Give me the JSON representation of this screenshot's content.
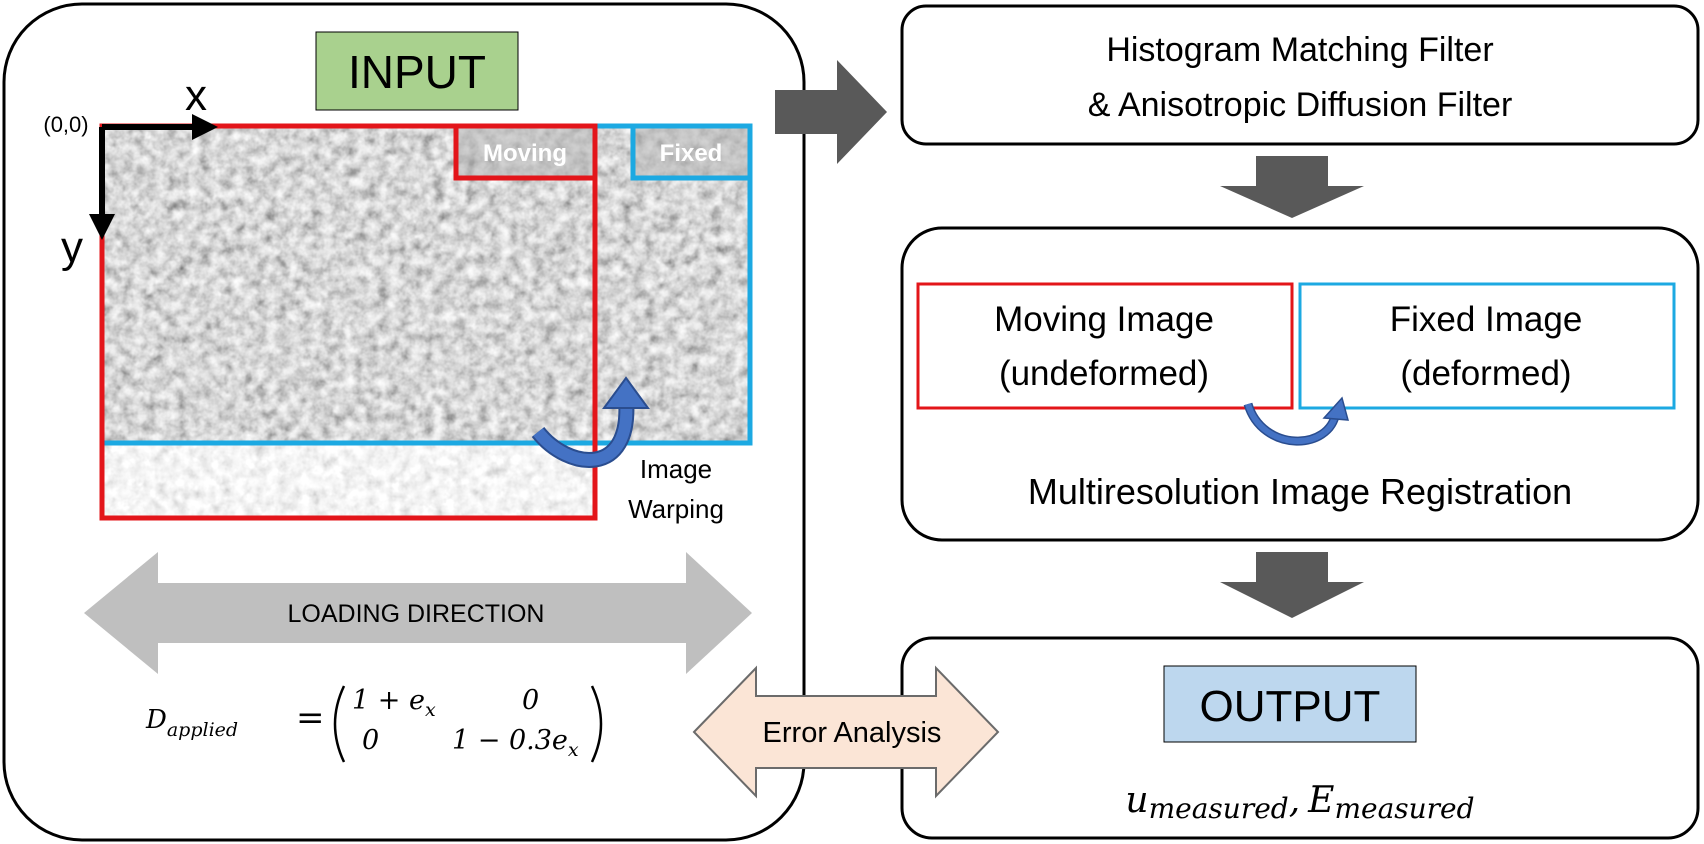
{
  "input_panel": {
    "label": "INPUT",
    "axis_x": "x",
    "axis_y": "y",
    "origin": "(0,0)",
    "moving_tag": "Moving",
    "fixed_tag": "Fixed",
    "warp_line1": "Image",
    "warp_line2": "Warping",
    "loading_direction": "LOADING DIRECTION",
    "formula": {
      "lhs": "D",
      "lhs_sub": "applied",
      "eq": "=",
      "m11": "1 + e",
      "m11_sub": "x",
      "m12": "0",
      "m21": "0",
      "m22": "1 − 0.3e",
      "m22_sub": "x"
    }
  },
  "filter_box": {
    "line1": "Histogram Matching Filter",
    "line2": "& Anisotropic Diffusion Filter"
  },
  "registration_box": {
    "moving_line1": "Moving Image",
    "moving_line2": "(undeformed)",
    "fixed_line1": "Fixed Image",
    "fixed_line2": "(deformed)",
    "caption": "Multiresolution Image Registration"
  },
  "output_box": {
    "label": "OUTPUT",
    "u": "u",
    "u_sub": "measured",
    "sep": ",",
    "e": "E",
    "e_sub": "measured"
  },
  "error_analysis": "Error Analysis",
  "colors": {
    "moving": "#e3151a",
    "fixed": "#1ca9e2",
    "input_fill": "#a9d18e",
    "output_fill": "#bdd7ee",
    "error_fill": "#fbe5d6",
    "arrow_dark": "#595959",
    "arrow_light": "#bfbfbf",
    "curve": "#3f6fc4"
  }
}
